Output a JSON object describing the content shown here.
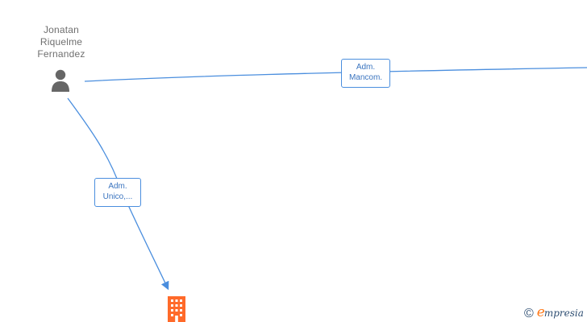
{
  "diagram": {
    "nodes": {
      "person": {
        "name_lines": [
          "Jonatan",
          "Riquelme",
          "Fernandez"
        ],
        "icon": "person-icon"
      },
      "company": {
        "icon": "building-icon"
      }
    },
    "edges": {
      "top": {
        "label_lines": [
          "Adm.",
          "Mancom."
        ]
      },
      "bottom": {
        "label_lines": [
          "Adm.",
          "Unico,..."
        ]
      }
    }
  },
  "branding": {
    "copyright_symbol": "©",
    "e_letter": "e",
    "name_rest": "mpresia"
  },
  "colors": {
    "edge": "#4a8ede",
    "edge_label": "#3a74bf",
    "person_icon": "#666666",
    "company_icon": "#ff6a2a",
    "brand_text": "#2f4f73"
  }
}
